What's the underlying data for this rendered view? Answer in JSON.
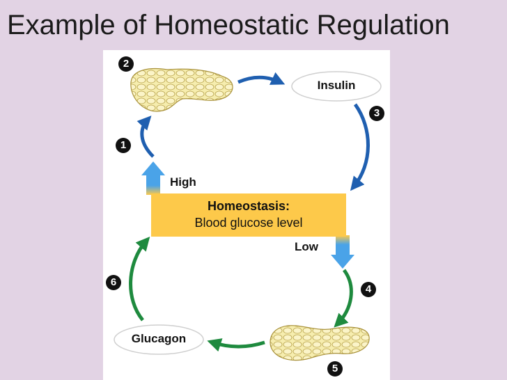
{
  "slide": {
    "title": "Example of Homeostatic Regulation"
  },
  "diagram": {
    "center_box": {
      "line1": "Homeostasis:",
      "line2": "Blood glucose level"
    },
    "labels": {
      "high": "High",
      "low": "Low",
      "insulin": "Insulin",
      "glucagon": "Glucagon"
    },
    "steps": [
      "1",
      "2",
      "3",
      "4",
      "5",
      "6"
    ],
    "colors": {
      "box": "#fdc94a",
      "insulin_loop": "#1f5fb0",
      "glucagon_loop": "#1e8a3e",
      "pancreas": "#f6edae"
    }
  }
}
